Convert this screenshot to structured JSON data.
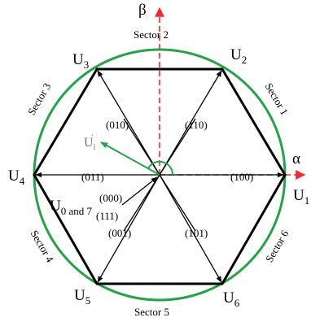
{
  "colors": {
    "circle": "#22a447",
    "axis": "#ef2b2b",
    "hexagon": "#000000",
    "reference_vector": "#22a447"
  },
  "axes": {
    "alpha": "α",
    "beta": "β"
  },
  "vectors": {
    "u1": {
      "main": "U",
      "sub": "1"
    },
    "u2": {
      "main": "U",
      "sub": "2"
    },
    "u3": {
      "main": "U",
      "sub": "3"
    },
    "u4": {
      "main": "U",
      "sub": "4"
    },
    "u5": {
      "main": "U",
      "sub": "5"
    },
    "u6": {
      "main": "U",
      "sub": "6"
    },
    "u07": {
      "main": "U",
      "sub": "0 and 7"
    }
  },
  "states": {
    "s100": "(100)",
    "s110": "(110)",
    "s010": "(010)",
    "s011": "(011)",
    "s001": "(001)",
    "s101": "(101)",
    "s000": "(000)",
    "s111": "(111)"
  },
  "sectors": {
    "sector1": "Sector 1",
    "sector2": "Sector 2",
    "sector3": "Sector 3",
    "sector4": "Sector 4",
    "sector5": "Sector 5",
    "sector6": "Sector 6"
  },
  "reference": {
    "label": "U",
    "sub": "i",
    "sup": "'"
  }
}
